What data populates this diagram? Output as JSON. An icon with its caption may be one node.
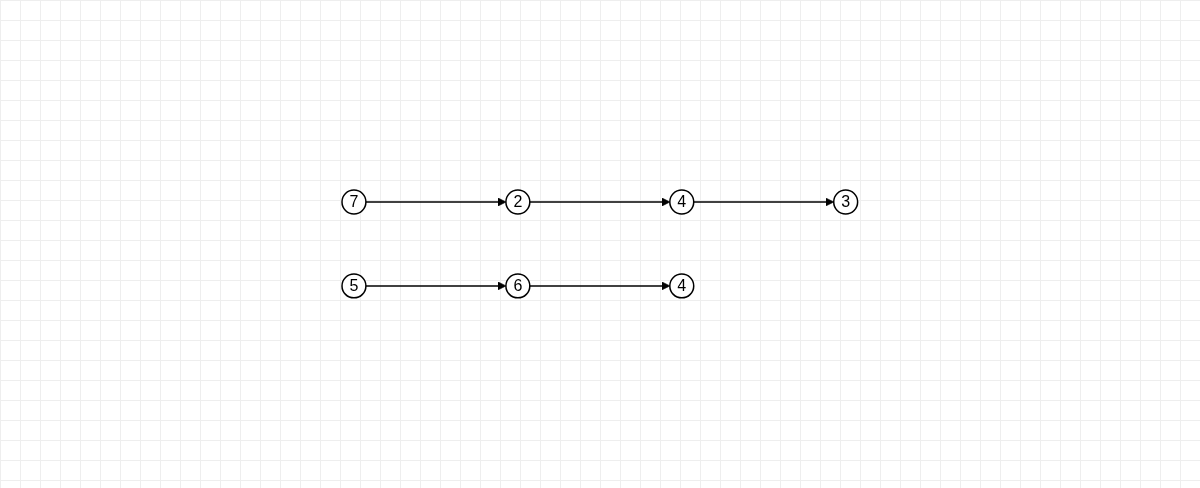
{
  "diagram": {
    "nodes": [
      {
        "text": [
          "7"
        ]
      },
      {
        "text": [
          "2"
        ]
      },
      {
        "text": [
          "4"
        ]
      },
      {
        "text": [
          "3"
        ]
      },
      {
        "text": [
          "5"
        ]
      },
      {
        "text": [
          "6"
        ]
      },
      {
        "text": [
          "4"
        ]
      }
    ],
    "edges": [
      {
        "from": 0,
        "to": 1,
        "arrow": "to"
      },
      {
        "from": 1,
        "to": 2,
        "arrow": "to"
      },
      {
        "from": 2,
        "to": 3,
        "arrow": "to"
      },
      {
        "from": 4,
        "to": 5,
        "arrow": "to"
      },
      {
        "from": 5,
        "to": 6,
        "arrow": "to"
      }
    ]
  }
}
